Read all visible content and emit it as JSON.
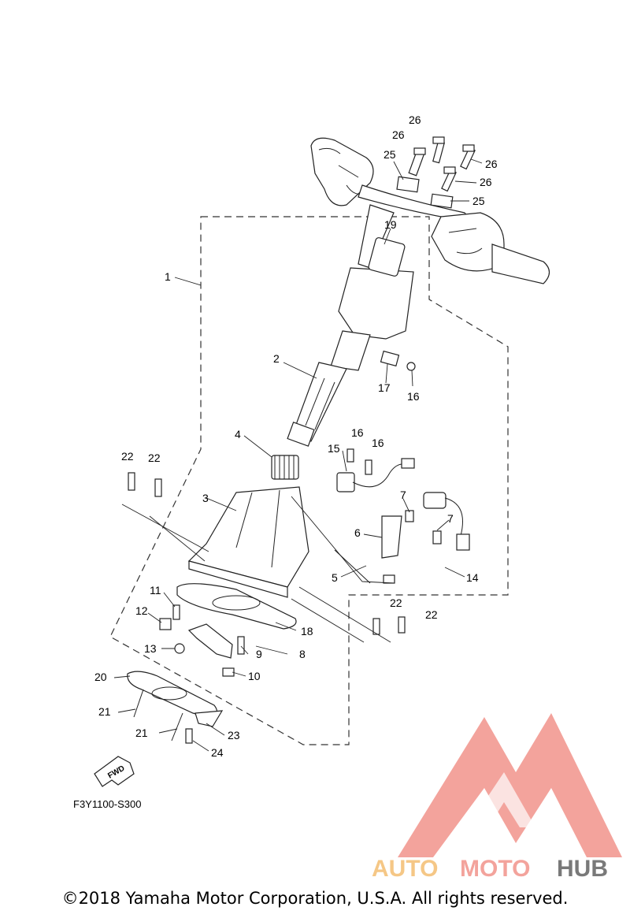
{
  "diagram": {
    "drawing_code": "F3Y1100-S300",
    "fwd_label": "FWD",
    "callouts": [
      "1",
      "2",
      "3",
      "4",
      "5",
      "6",
      "7",
      "7",
      "8",
      "9",
      "10",
      "11",
      "12",
      "13",
      "14",
      "15",
      "16",
      "16",
      "16",
      "17",
      "18",
      "19",
      "20",
      "21",
      "21",
      "22",
      "22",
      "22",
      "22",
      "23",
      "24",
      "25",
      "25",
      "26",
      "26",
      "26",
      "26"
    ]
  },
  "watermark": {
    "brand_part1": "AUTO",
    "brand_part2": "MOTO",
    "brand_part3": "HUB",
    "colors": {
      "auto": "#f4c27a",
      "moto": "#f29a92",
      "hub": "#6b6b6b",
      "mark": "#f07e78"
    }
  },
  "footer": {
    "copyright": "©2018 Yamaha Motor Corporation, U.S.A. All rights reserved."
  }
}
